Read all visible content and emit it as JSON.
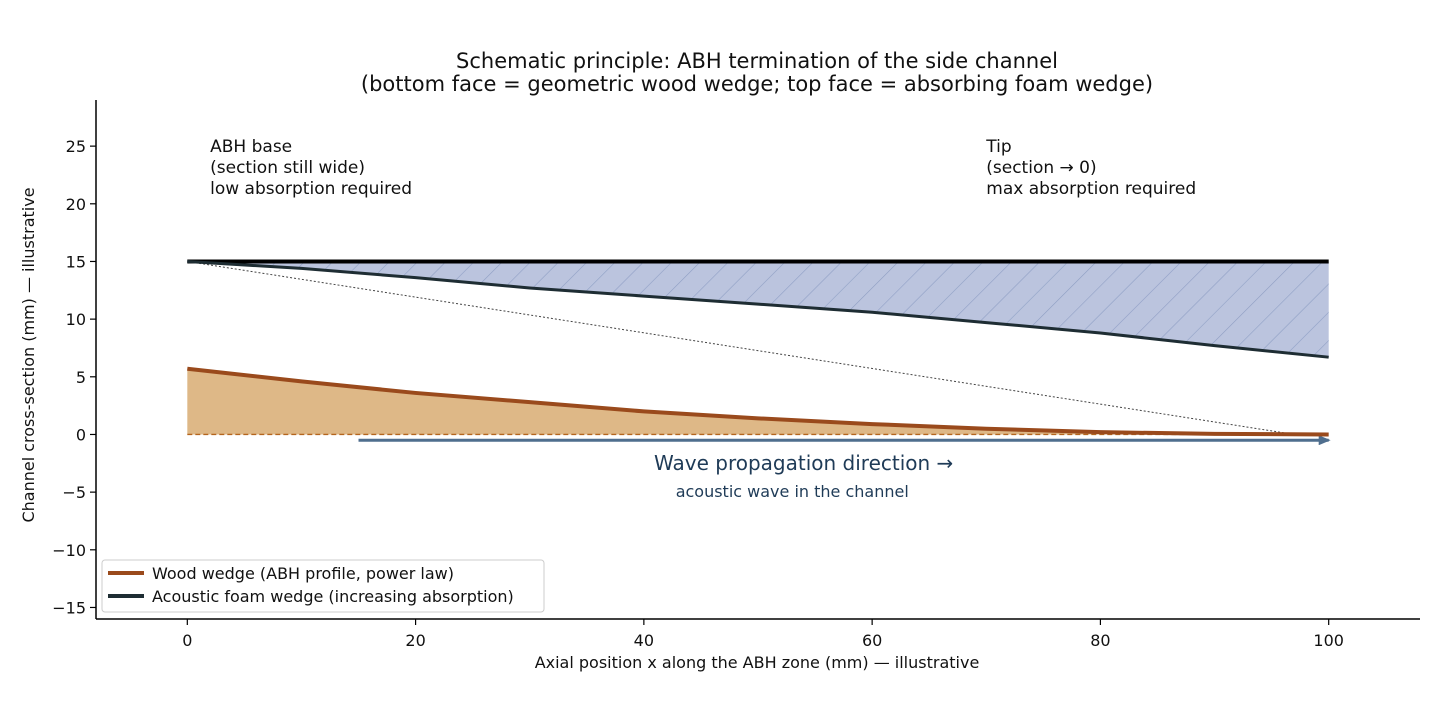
{
  "chart_data": {
    "type": "area",
    "title": "Schematic principle: ABH termination of the side channel",
    "subtitle": "(bottom face = geometric wood wedge; top face = absorbing foam wedge)",
    "xlabel": "Axial position x along the ABH zone (mm) — illustrative",
    "ylabel": "Channel cross-section (mm) — illustrative",
    "xlim": [
      -8,
      108
    ],
    "ylim": [
      -16,
      29
    ],
    "xticks": [
      0,
      20,
      40,
      60,
      80,
      100
    ],
    "yticks": [
      -15,
      -10,
      -5,
      0,
      5,
      10,
      15,
      20,
      25
    ],
    "xtick_labels": [
      "0",
      "20",
      "40",
      "60",
      "80",
      "100"
    ],
    "ytick_labels": [
      "−15",
      "−10",
      "−5",
      "0",
      "5",
      "10",
      "15",
      "20",
      "25"
    ],
    "grid": false,
    "legend_position": "lower-left",
    "series": [
      {
        "name": "Wood wedge (ABH profile, power law)",
        "color": "#9a4a1c",
        "fill": "#deb887",
        "x": [
          0,
          10,
          20,
          30,
          40,
          50,
          60,
          70,
          80,
          90,
          100
        ],
        "y": [
          5.7,
          4.6,
          3.6,
          2.8,
          2.0,
          1.4,
          0.9,
          0.5,
          0.2,
          0.05,
          0.0
        ]
      },
      {
        "name": "Acoustic foam wedge (increasing absorption)",
        "color": "#1e2d33",
        "fill": "#b7c1dc",
        "x": [
          0,
          10,
          20,
          30,
          40,
          50,
          60,
          70,
          80,
          90,
          100
        ],
        "y": [
          15.0,
          14.4,
          13.6,
          12.7,
          12.0,
          11.3,
          10.6,
          9.7,
          8.8,
          7.7,
          6.7
        ]
      }
    ],
    "channel_top_y": 15,
    "baseline_y": 0,
    "dotted_line": {
      "x": [
        0,
        97
      ],
      "y": [
        15,
        0
      ]
    },
    "wave_arrow": {
      "x": [
        15,
        100
      ],
      "y": -0.5
    },
    "annotations": [
      {
        "id": "base",
        "x": 2,
        "y": 25,
        "lines": [
          "ABH base",
          "(section still wide)",
          "low absorption required"
        ]
      },
      {
        "id": "tip",
        "x": 70,
        "y": 25,
        "lines": [
          "Tip",
          "(section → 0)",
          "max absorption required"
        ]
      }
    ],
    "wave_label": {
      "x": 54,
      "y": -3.1,
      "text": "Wave propagation direction →"
    },
    "wave_sublabel": {
      "x": 53,
      "y": -5,
      "text": "acoustic wave in the channel"
    }
  }
}
